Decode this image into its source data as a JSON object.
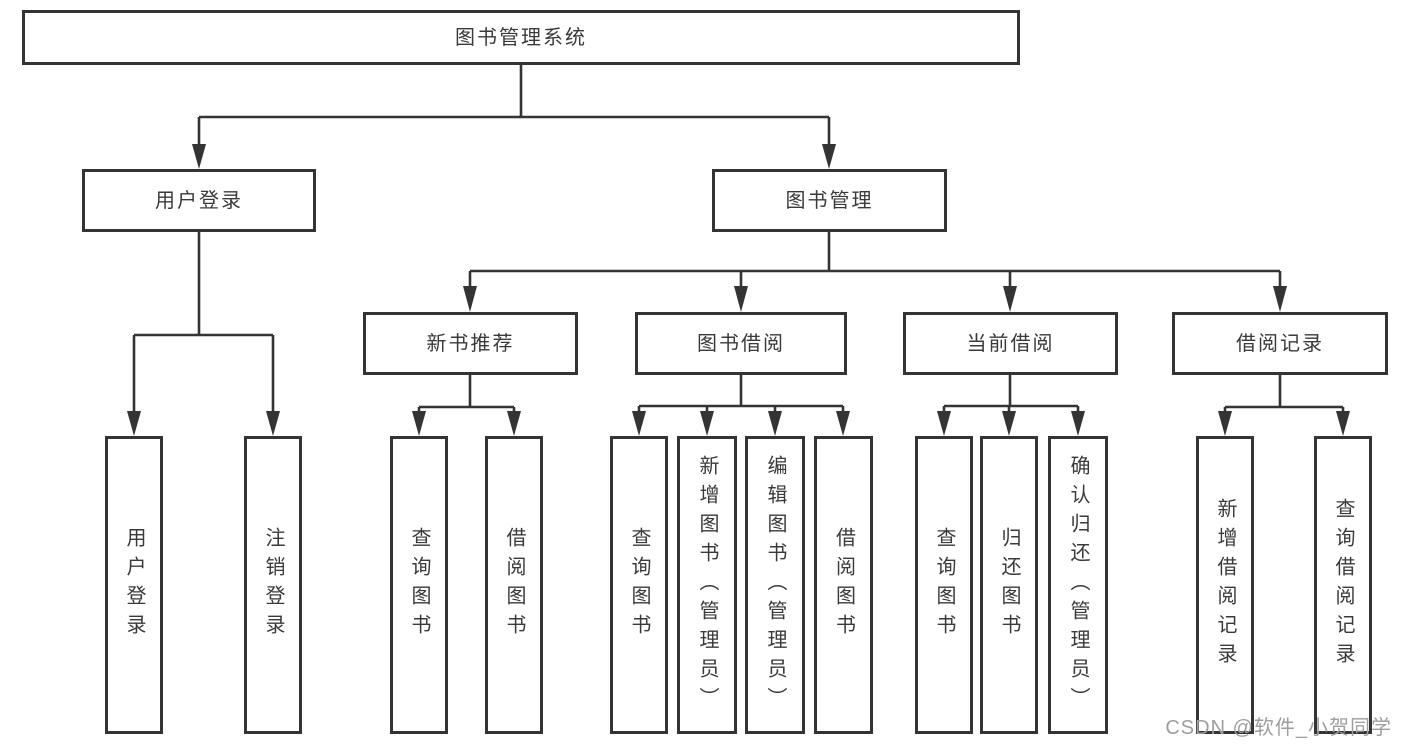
{
  "tree": {
    "label": "图书管理系统",
    "children": [
      {
        "label": "用户登录",
        "children": [
          {
            "label": "用户登录"
          },
          {
            "label": "注销登录"
          }
        ]
      },
      {
        "label": "图书管理",
        "children": [
          {
            "label": "新书推荐",
            "children": [
              {
                "label": "查询图书"
              },
              {
                "label": "借阅图书"
              }
            ]
          },
          {
            "label": "图书借阅",
            "children": [
              {
                "label": "查询图书"
              },
              {
                "label": "新增图书（管理员）"
              },
              {
                "label": "编辑图书（管理员）"
              },
              {
                "label": "借阅图书"
              }
            ]
          },
          {
            "label": "当前借阅",
            "children": [
              {
                "label": "查询图书"
              },
              {
                "label": "归还图书"
              },
              {
                "label": "确认归还（管理员）"
              }
            ]
          },
          {
            "label": "借阅记录",
            "children": [
              {
                "label": "新增借阅记录"
              },
              {
                "label": "查询借阅记录"
              }
            ]
          }
        ]
      }
    ]
  },
  "watermark": {
    "text": "CSDN @软件_小贺同学"
  },
  "colors": {
    "line": "#343434",
    "box_border": "#343434",
    "box_fill": "#ffffff",
    "text": "#3a3a3a",
    "watermark": "#9e9e9e",
    "background": "#ffffff"
  }
}
